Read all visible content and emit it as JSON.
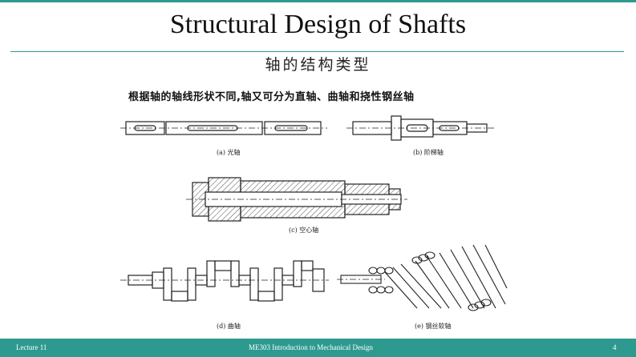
{
  "slide": {
    "title": "Structural Design of Shafts",
    "subtitle": "轴的结构类型",
    "intro": "根据轴的轴线形状不同,轴又可分为直轴、曲轴和挠性钢丝轴"
  },
  "figures": {
    "a": "(a) 光轴",
    "b": "(b) 阶梯轴",
    "c": "(c) 空心轴",
    "d": "(d) 曲轴",
    "e": "(e) 钢丝软轴"
  },
  "footer": {
    "left": "Lecture 11",
    "center": "ME303 Introduction to Mechanical Design",
    "page": "4"
  },
  "colors": {
    "accent": "#2e9a8f"
  }
}
